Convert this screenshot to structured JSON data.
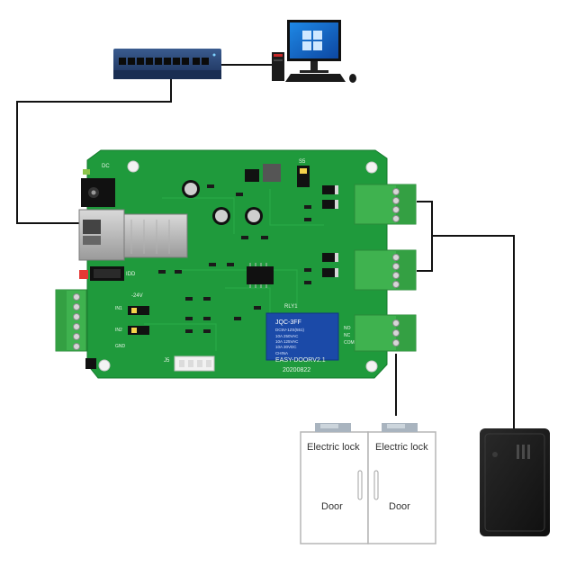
{
  "board": {
    "model": "EASY-DOORV2.1",
    "date": "20200822",
    "relay_brand": "JQC-3FF",
    "relay_specs": [
      "DC5V-1ZS(551)",
      "10A 250VAC",
      "10A 125VAC",
      "10A 30VDC",
      "CHINA"
    ],
    "labels": {
      "dc": "DC",
      "s5": "S5",
      "rly1": "RLY1",
      "j5": "J5",
      "idd": "IDD",
      "v24": "-24V",
      "com": "COM",
      "nc": "NC",
      "no": "NO",
      "gnd": "GND",
      "in1": "IN1",
      "in2": "IN2"
    }
  },
  "doors": {
    "left": {
      "lock_label": "Electric lock",
      "door_label": "Door"
    },
    "right": {
      "lock_label": "Electric lock",
      "door_label": "Door"
    }
  },
  "colors": {
    "pcb": "#1f9a3c",
    "terminal": "#3fb24f",
    "wire": "#111111",
    "switch_body": "#2c4a7a",
    "reader": "#1e1e1e",
    "relay": "#1b4aa8"
  }
}
